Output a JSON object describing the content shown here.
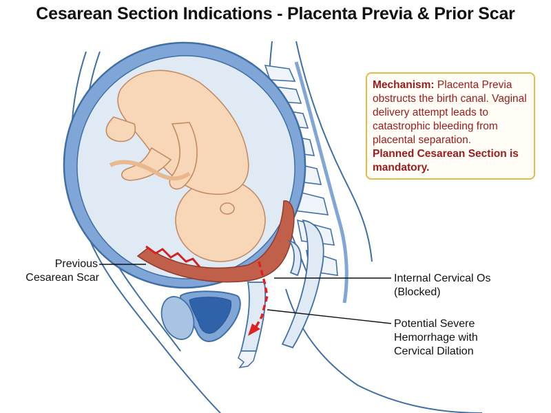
{
  "title": "Cesarean Section Indications - Placenta Previa & Prior Scar",
  "callout": {
    "mechanism_label": "Mechanism:",
    "mechanism_text": "Placenta Previa obstructs the birth canal. Vaginal delivery attempt leads to catastrophic bleeding from placental separation.",
    "conclusion": "Planned Cesarean Section is mandatory."
  },
  "labels": {
    "scar_line1": "Previous",
    "scar_line2": "Cesarean Scar",
    "os_line1": "Internal Cervical Os",
    "os_line2": "(Blocked)",
    "hemorrhage_line1": "Potential Severe",
    "hemorrhage_line2": "Hemorrhage with",
    "hemorrhage_line3": "Cervical Dilation"
  },
  "colors": {
    "uterus_wall": "#7fa6d6",
    "uterus_outline": "#3f6fa6",
    "amniotic_fluid": "#dfeaf4",
    "skin": "#f8d7b8",
    "placenta": "#c0604a",
    "scar": "#d42020",
    "arrow": "#e02020",
    "callout_border": "#e6b94a",
    "callout_text": "#9b1b1b"
  }
}
